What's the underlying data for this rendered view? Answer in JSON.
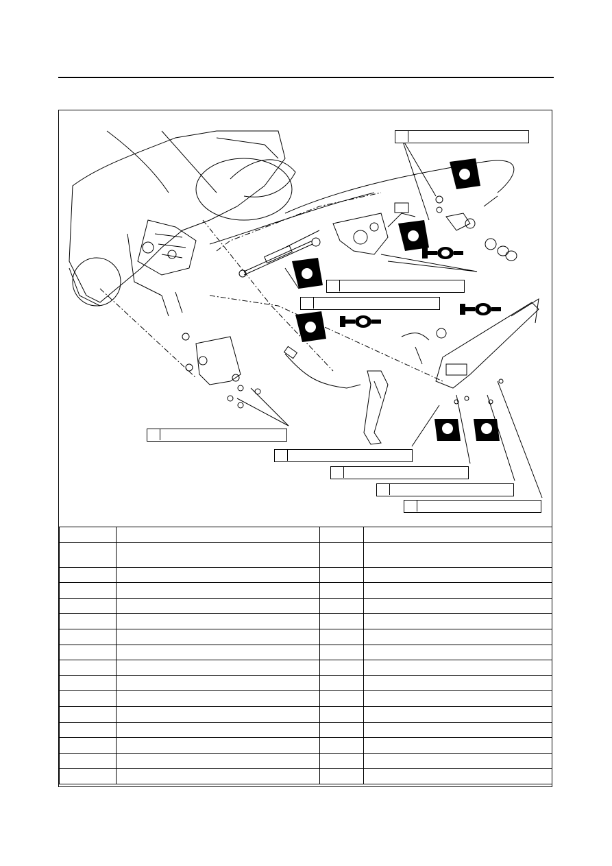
{
  "page": {
    "header": "",
    "section_title": "",
    "diagram_caption": ""
  },
  "torque_specs": [
    {
      "id": "t1",
      "text": ""
    },
    {
      "id": "t2",
      "text": ""
    },
    {
      "id": "t3",
      "text": ""
    },
    {
      "id": "t4",
      "text": ""
    },
    {
      "id": "t5",
      "text": ""
    },
    {
      "id": "t6",
      "text": ""
    },
    {
      "id": "t7",
      "text": ""
    },
    {
      "id": "t8",
      "text": ""
    }
  ],
  "parts_table": {
    "headers": [
      "",
      "",
      "",
      ""
    ],
    "rows": [
      [
        "",
        "",
        "",
        ""
      ],
      [
        "",
        "",
        "",
        ""
      ],
      [
        "",
        "",
        "",
        ""
      ],
      [
        "",
        "",
        "",
        ""
      ],
      [
        "",
        "",
        "",
        ""
      ],
      [
        "",
        "",
        "",
        ""
      ],
      [
        "",
        "",
        "",
        ""
      ],
      [
        "",
        "",
        "",
        ""
      ],
      [
        "",
        "",
        "",
        ""
      ],
      [
        "",
        "",
        "",
        ""
      ],
      [
        "",
        "",
        "",
        ""
      ],
      [
        "",
        "",
        "",
        ""
      ],
      [
        "",
        "",
        "",
        ""
      ],
      [
        "",
        "",
        "",
        ""
      ],
      [
        "",
        "",
        "",
        ""
      ]
    ]
  },
  "colors": {
    "ink": "#000000",
    "paper": "#ffffff"
  },
  "icons": [
    "wrench-icon",
    "locking-agent-icon",
    "grease-icon"
  ]
}
